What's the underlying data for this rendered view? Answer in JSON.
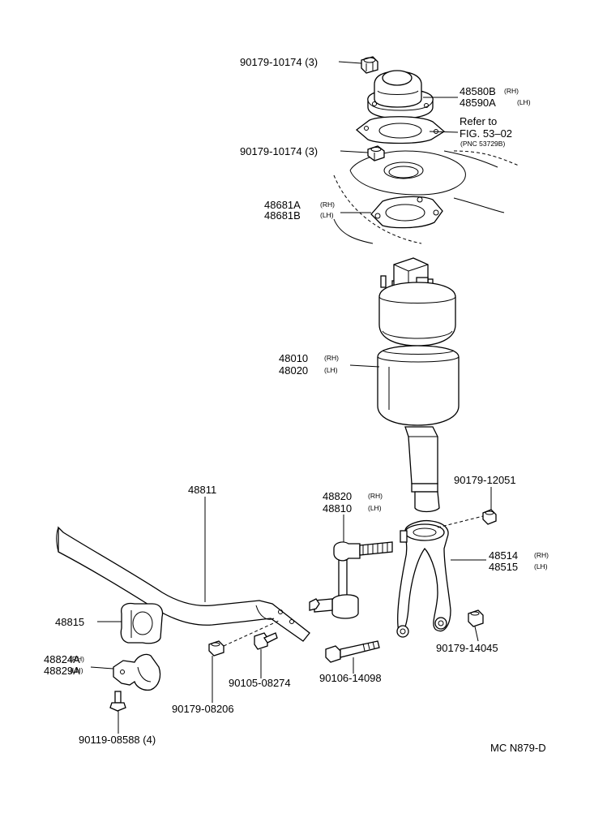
{
  "labels": {
    "nut_top": "90179-10174 (3)",
    "mount_rh": "48580B",
    "mount_lh": "48590A",
    "refer_1": "Refer to",
    "refer_2": "FIG. 53–02",
    "refer_pnc": "(PNC 53729B)",
    "nut_mid": "90179-10174 (3)",
    "gasket_rh": "48681A",
    "gasket_lh": "48681B",
    "strut_rh": "48010",
    "strut_lh": "48020",
    "nut_fork": "90179-12051",
    "link_rh": "48820",
    "link_lh": "48810",
    "stab_bar": "48811",
    "fork_rh": "48514",
    "fork_lh": "48515",
    "bushing": "48815",
    "bracket_rh": "48824A",
    "bracket_lh": "48829A",
    "nut_fork_low": "90179-14045",
    "bolt_1": "90105-08274",
    "bolt_2": "90106-14098",
    "nut_bar": "90179-08206",
    "bolt_bracket": "90119-08588 (4)",
    "drawing_code": "MC N879-D",
    "rh": "(RH)",
    "lh": "(LH)",
    "rh_tight": "(RH)",
    "lh_tight": "(LH)"
  }
}
